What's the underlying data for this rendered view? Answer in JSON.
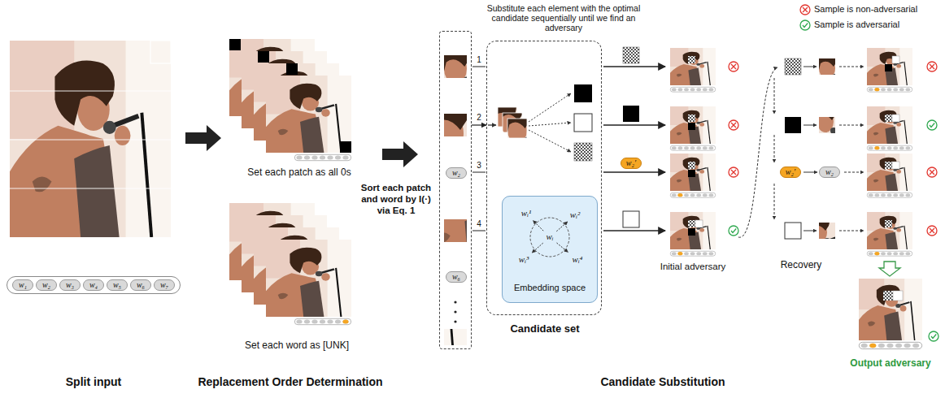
{
  "diagram": {
    "nodes": [
      {
        "text": [
          "w₁",
          "w₂",
          "w₃",
          "w₄",
          "w₅",
          "w₆",
          "w₇"
        ]
      },
      {
        "text": [
          "w₂",
          "w₆"
        ]
      },
      {
        "text": [
          "Candidate set"
        ]
      },
      {
        "text": [
          "wᵢ",
          "wᵢ¹",
          "wᵢ²",
          "wᵢ³",
          "wᵢ⁴",
          "Embedding space"
        ],
        "in": 2
      }
    ],
    "edges": [
      {
        "from": 1,
        "to": 2,
        "label": "2",
        "arrow": "to"
      }
    ],
    "labels": [
      "Substitute each element with the optimal candidate sequentially until we find an adversary",
      "Set each patch as all 0s",
      "Set each word as [UNK]",
      "Sort each patch and word by I(·) via Eq. 1",
      "1",
      "3",
      "4",
      "w₂′",
      "Initial adversary",
      "w₂′",
      "w₂",
      "Recovery",
      "Output adversary",
      "Split input",
      "Replacement Order Determination",
      "Candidate Substitution"
    ],
    "legend": [
      {
        "text": "Sample is non-adversarial"
      },
      {
        "text": "Sample is adversarial"
      }
    ]
  }
}
